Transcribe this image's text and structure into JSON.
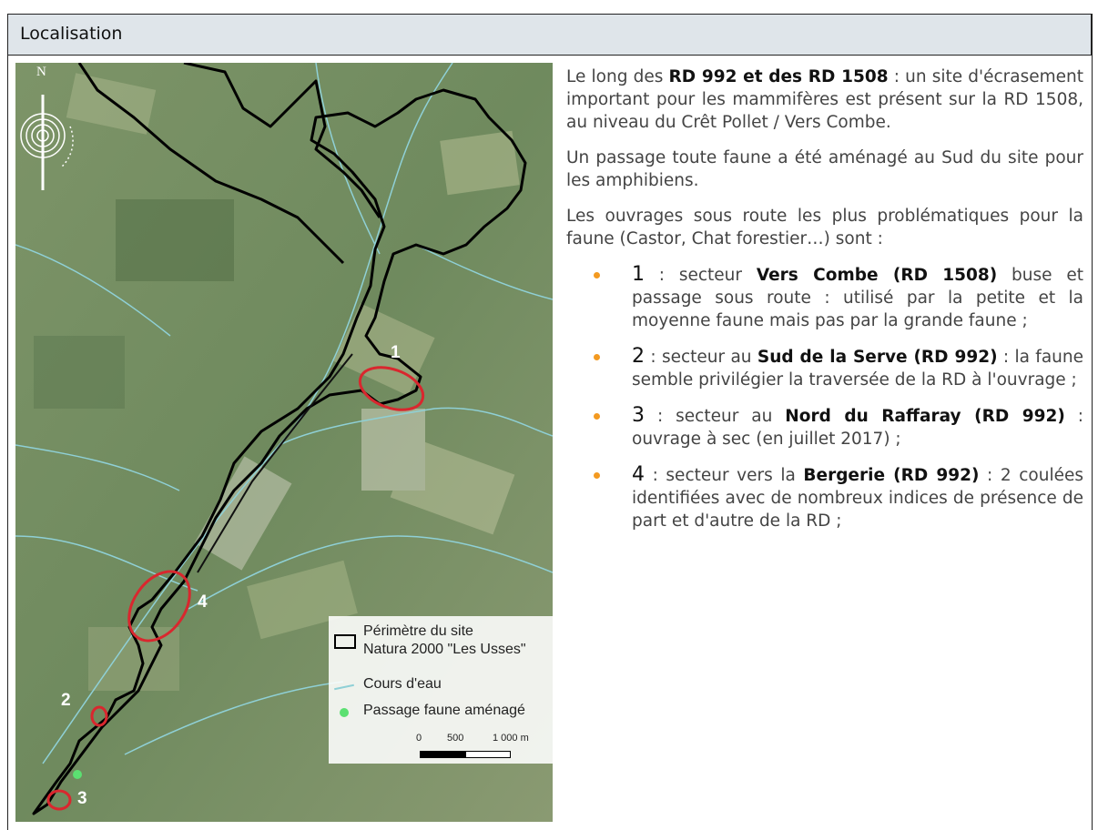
{
  "header": {
    "title": "Localisation"
  },
  "map": {
    "north_label": "N",
    "site_labels": [
      "1",
      "2",
      "3",
      "4"
    ],
    "legend": {
      "perimeter_line1": "Périmètre du site",
      "perimeter_line2": "Natura 2000 \"Les Usses\"",
      "streams": "Cours d'eau",
      "passage": "Passage faune aménagé"
    },
    "scale": {
      "zero": "0",
      "mid": "500",
      "end": "1 000 m"
    },
    "colors": {
      "perimeter": "#000000",
      "streams": "#8fd0d6",
      "passage": "#5be071",
      "marker": "#d9272e"
    }
  },
  "text": {
    "p1": {
      "a": "Le long des ",
      "b": "RD 992 et des RD 1508",
      "c": " : un site d'écrasement important pour les mammifères est présent sur la RD 1508, au niveau du Crêt Pollet / Vers Combe."
    },
    "p2": "Un passage toute faune a été aménagé au Sud du site pour les amphibiens.",
    "p3": "Les ouvrages sous route les plus problématiques pour la faune (Castor, Chat forestier…) sont :",
    "items": [
      {
        "num": "1",
        "sep": " : secteur ",
        "bold": "Vers Combe (RD 1508)",
        "rest": " buse et passage sous route : utilisé par la petite et la moyenne faune mais pas par la grande faune ;"
      },
      {
        "num": "2",
        "sep": " : secteur au ",
        "bold": "Sud de la Serve (RD 992)",
        "rest": " : la faune semble privilégier la traversée de la RD à l'ouvrage ;"
      },
      {
        "num": "3",
        "sep": " : secteur au ",
        "bold": "Nord du Raffaray (RD 992)",
        "rest": " : ouvrage à sec (en juillet 2017) ;"
      },
      {
        "num": "4",
        "sep": " : secteur vers la ",
        "bold": "Bergerie (RD 992)",
        "rest": " : 2 coulées identifiées avec de nombreux indices de présence de part et d'autre de la RD ;"
      }
    ],
    "bullet_color": "#f39a21"
  }
}
